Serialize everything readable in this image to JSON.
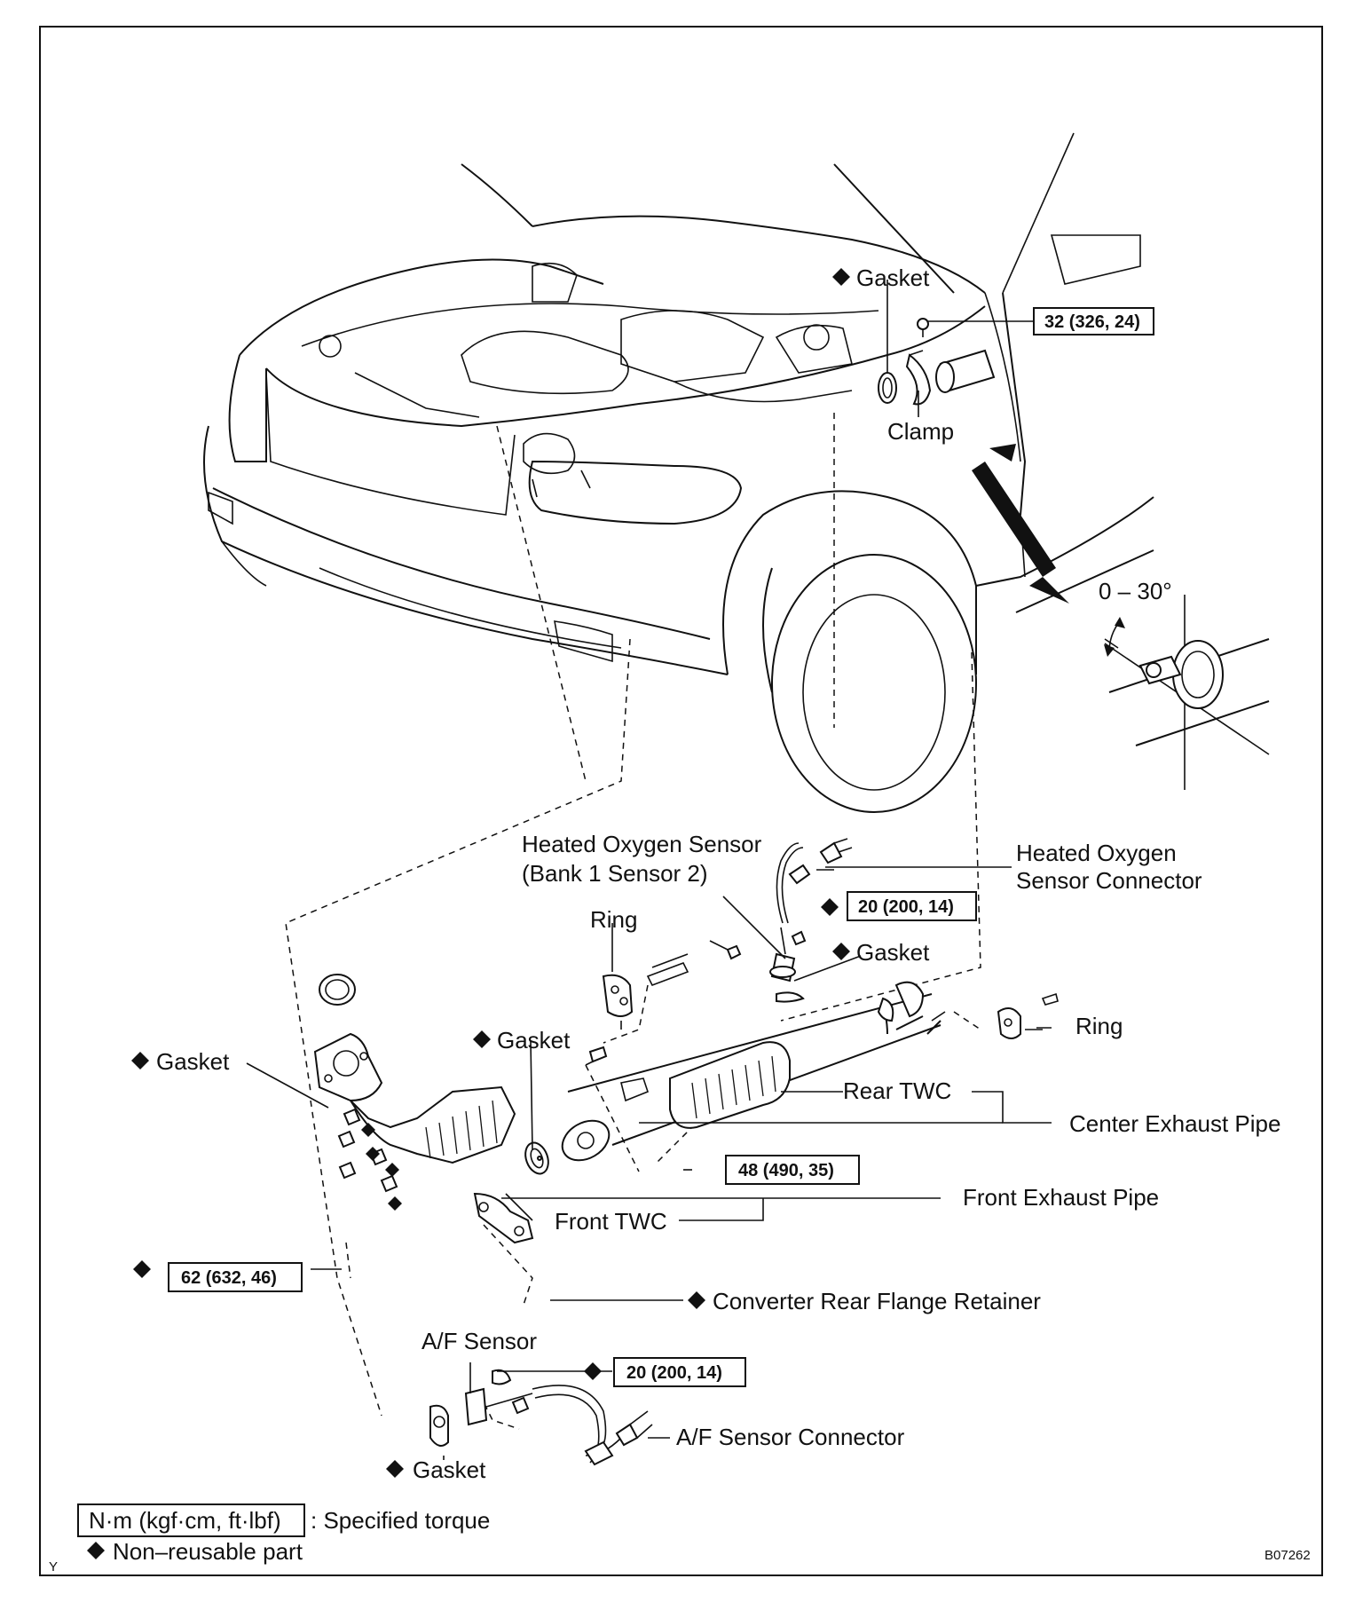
{
  "labels": {
    "gasket_top": "Gasket",
    "clamp": "Clamp",
    "angle": "0 – 30°",
    "ho2s_title_1": "Heated Oxygen Sensor",
    "ho2s_title_2": "(Bank 1 Sensor 2)",
    "ho2s_conn_1": "Heated Oxygen",
    "ho2s_conn_2": "Sensor Connector",
    "ring_left": "Ring",
    "gasket_sensor": "Gasket",
    "ring_right": "Ring",
    "gasket_center": "Gasket",
    "gasket_left": "Gasket",
    "rear_twc": "Rear TWC",
    "center_pipe": "Center Exhaust Pipe",
    "front_pipe": "Front Exhaust Pipe",
    "front_twc": "Front TWC",
    "flange_retainer": "Converter Rear Flange Retainer",
    "af_sensor": "A/F Sensor",
    "af_connector": "A/F Sensor Connector",
    "gasket_bottom": "Gasket"
  },
  "torques": {
    "clamp_bolt": "32 (326, 24)",
    "ho2s": "20 (200, 14)",
    "pipe_bolt": "48 (490, 35)",
    "manifold_nut": "62 (632, 46)",
    "af_sensor": "20 (200, 14)"
  },
  "legend": {
    "torque_box": "N·m (kgf·cm, ft·lbf)",
    "torque_text": ": Specified torque",
    "nonreusable": "Non–reusable part"
  },
  "corner": {
    "left": "Y",
    "code": "B07262"
  },
  "icons": {
    "nonreusable": "diamond-icon"
  }
}
